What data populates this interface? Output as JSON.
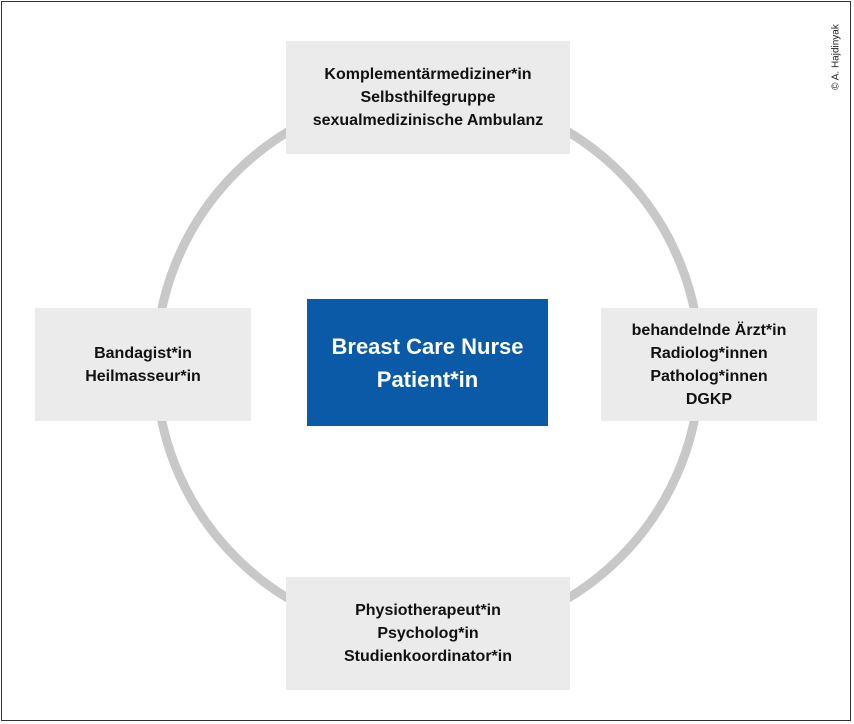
{
  "credit": "© A. Hajdinyak",
  "colors": {
    "center_fill": "#0a5aa8",
    "box_fill": "#ebebeb",
    "ring": "#c8c8c8"
  },
  "center": {
    "lines": [
      "Breast Care Nurse",
      "Patient*in"
    ]
  },
  "top": {
    "lines": [
      "Komplementärmediziner*in",
      "Selbsthilfegruppe",
      "sexualmedizinische Ambulanz"
    ]
  },
  "left": {
    "lines": [
      "Bandagist*in",
      "Heilmasseur*in"
    ]
  },
  "right": {
    "lines": [
      "behandelnde Ärzt*in",
      "Radiolog*innen",
      "Patholog*innen",
      "DGKP"
    ]
  },
  "bottom": {
    "lines": [
      "Physiotherapeut*in",
      "Psycholog*in",
      "Studienkoordinator*in"
    ]
  }
}
